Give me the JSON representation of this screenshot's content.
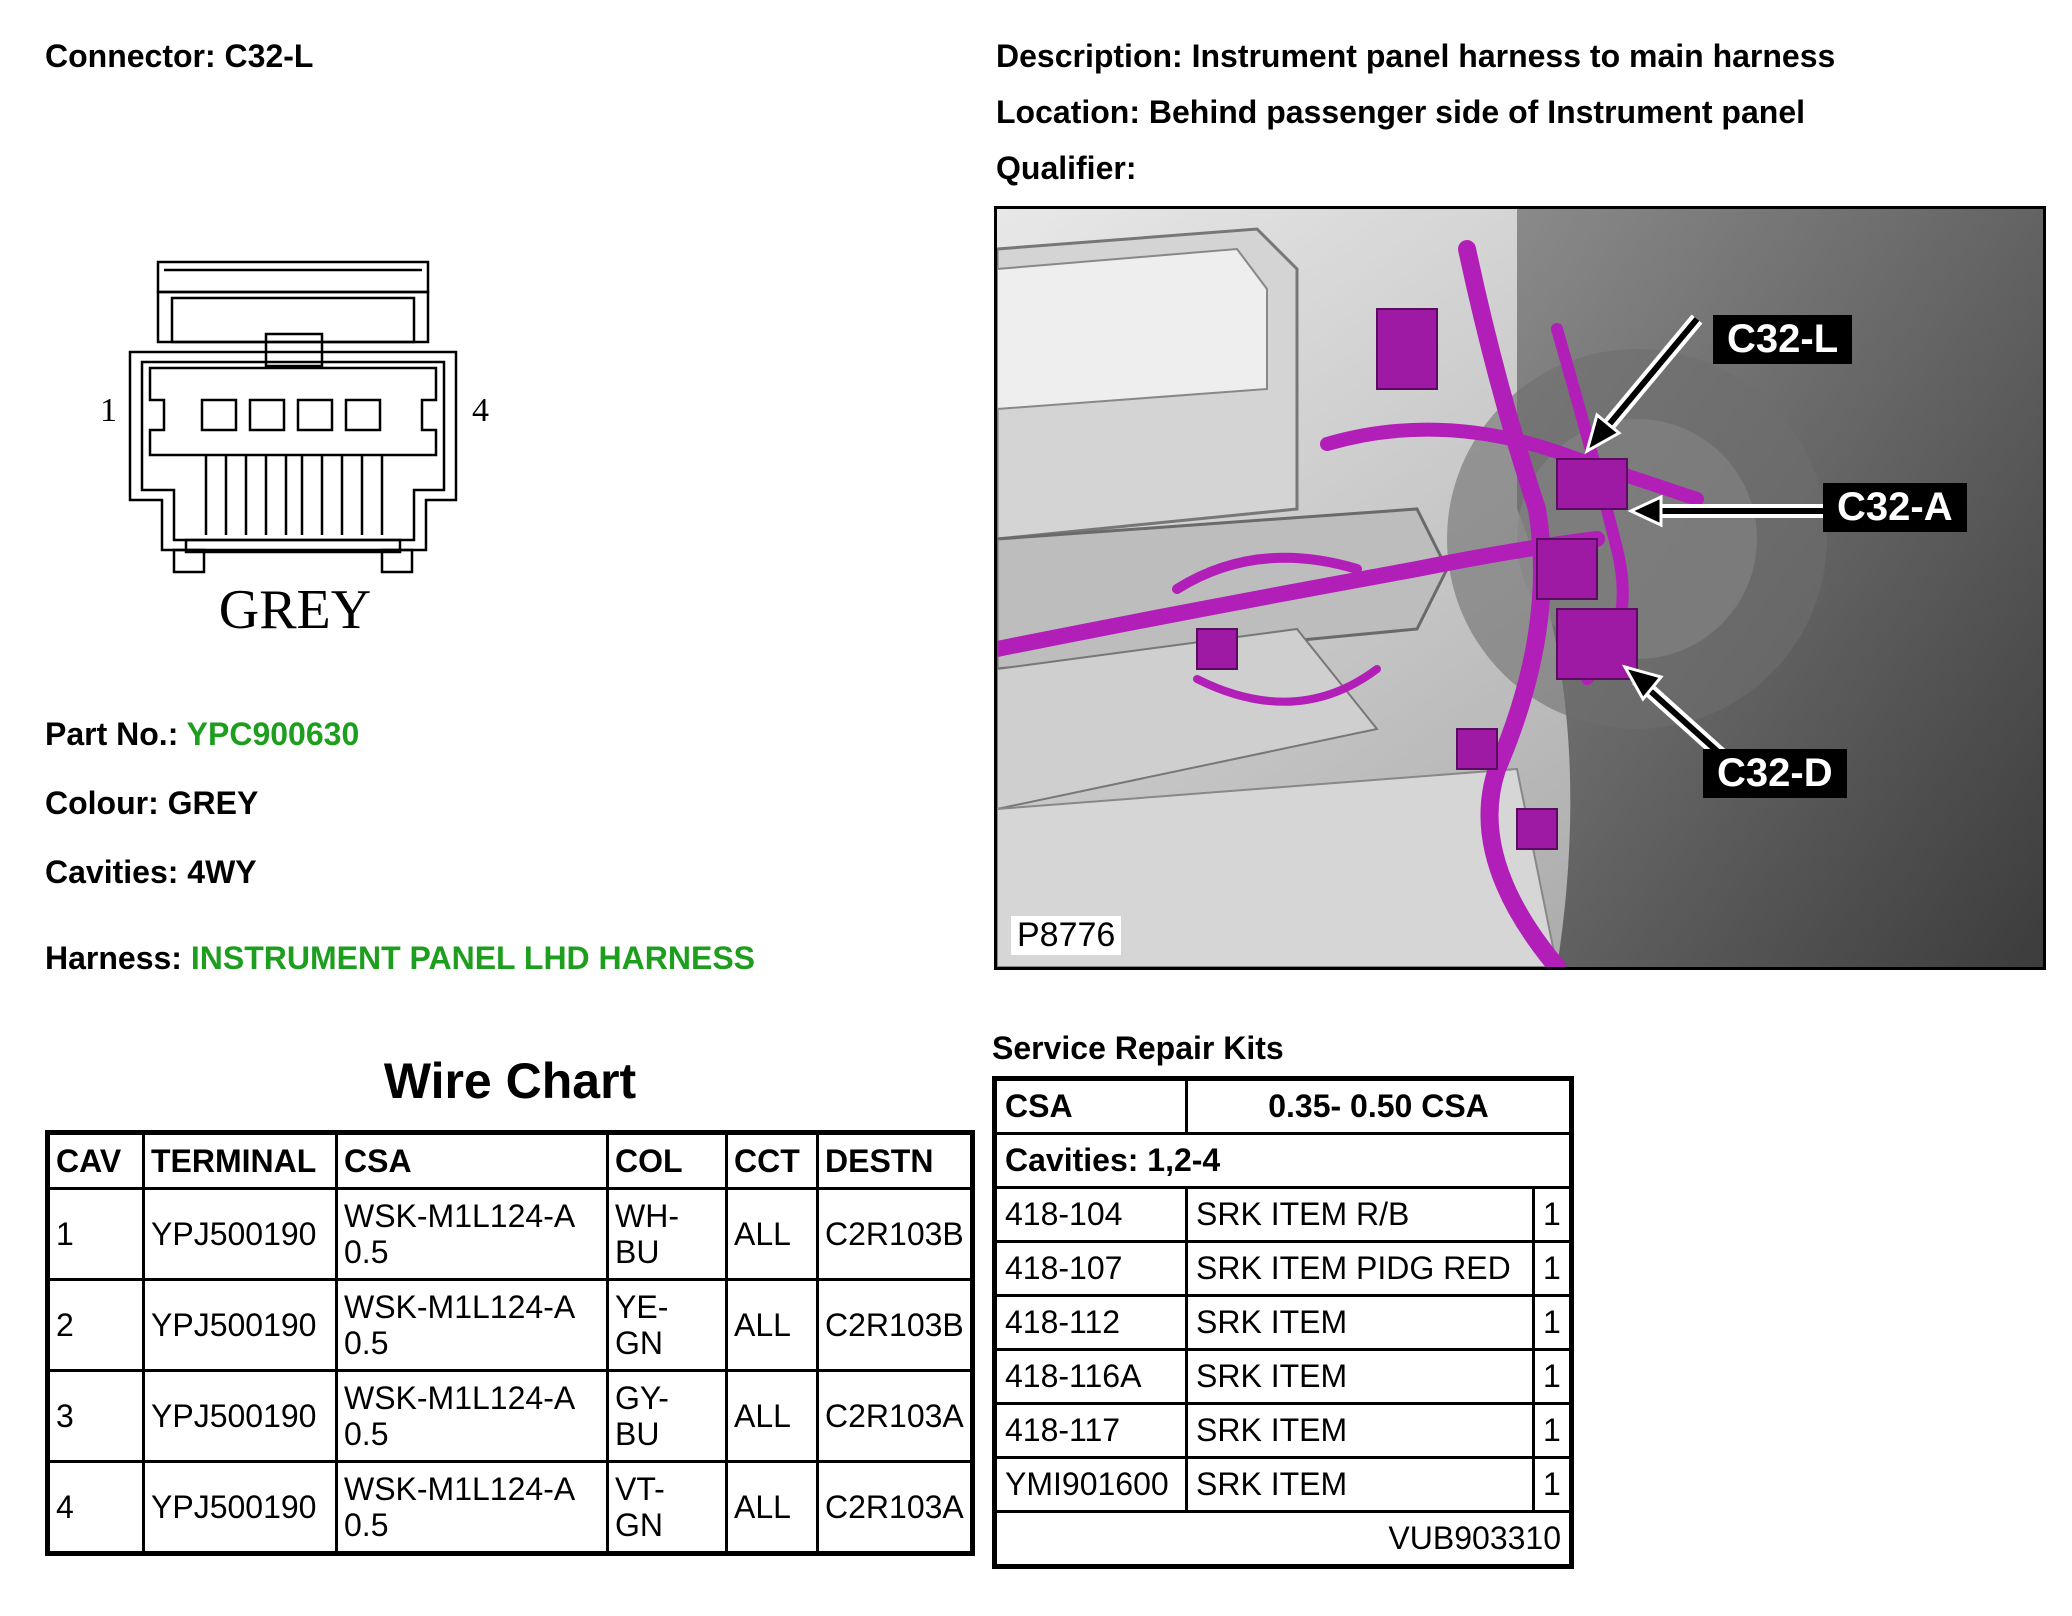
{
  "connector": {
    "label": "Connector:",
    "value": "C32-L"
  },
  "description": {
    "label": "Description:",
    "value": "Instrument panel harness to main harness"
  },
  "location": {
    "label": "Location:",
    "value": "Behind passenger side of Instrument panel"
  },
  "qualifier": {
    "label": "Qualifier:",
    "value": ""
  },
  "connector_drawing": {
    "pin_left": "1",
    "pin_right": "4",
    "color_label": "GREY"
  },
  "part_no": {
    "label": "Part No.:",
    "value": "YPC900630"
  },
  "colour": {
    "label": "Colour:",
    "value": "GREY"
  },
  "cavities": {
    "label": "Cavities:",
    "value": "4WY"
  },
  "harness": {
    "label": "Harness:",
    "value": "INSTRUMENT PANEL LHD HARNESS"
  },
  "photo": {
    "ref": "P8776",
    "callouts": [
      "C32-L",
      "C32-A",
      "C32-D"
    ]
  },
  "wire_chart": {
    "title": "Wire Chart",
    "headers": [
      "CAV",
      "TERMINAL",
      "CSA",
      "COL",
      "CCT",
      "DESTN"
    ],
    "rows": [
      {
        "cav": "1",
        "terminal": "YPJ500190",
        "csa_1": "WSK-M1L124-A",
        "csa_2": "0.5",
        "col_1": "WH-",
        "col_2": "BU",
        "cct": "ALL",
        "destn": "C2R103B"
      },
      {
        "cav": "2",
        "terminal": "YPJ500190",
        "csa_1": "WSK-M1L124-A",
        "csa_2": "0.5",
        "col_1": "YE-",
        "col_2": "GN",
        "cct": "ALL",
        "destn": "C2R103B"
      },
      {
        "cav": "3",
        "terminal": "YPJ500190",
        "csa_1": "WSK-M1L124-A",
        "csa_2": "0.5",
        "col_1": "GY-",
        "col_2": "BU",
        "cct": "ALL",
        "destn": "C2R103A"
      },
      {
        "cav": "4",
        "terminal": "YPJ500190",
        "csa_1": "WSK-M1L124-A",
        "csa_2": "0.5",
        "col_1": "VT-",
        "col_2": "GN",
        "cct": "ALL",
        "destn": "C2R103A"
      }
    ]
  },
  "service_repair_kits": {
    "title": "Service Repair Kits",
    "csa_label": "CSA",
    "csa_value": "0.35- 0.50 CSA",
    "cavities": "Cavities: 1,2-4",
    "items": [
      {
        "code": "418-104",
        "name": "SRK ITEM R/B",
        "qty": "1"
      },
      {
        "code": "418-107",
        "name": "SRK ITEM PIDG RED",
        "qty": "1"
      },
      {
        "code": "418-112",
        "name": "SRK ITEM",
        "qty": "1"
      },
      {
        "code": "418-116A",
        "name": "SRK ITEM",
        "qty": "1"
      },
      {
        "code": "418-117",
        "name": "SRK ITEM",
        "qty": "1"
      },
      {
        "code": "YMI901600",
        "name": "SRK ITEM",
        "qty": "1"
      }
    ],
    "footer": "VUB903310"
  }
}
